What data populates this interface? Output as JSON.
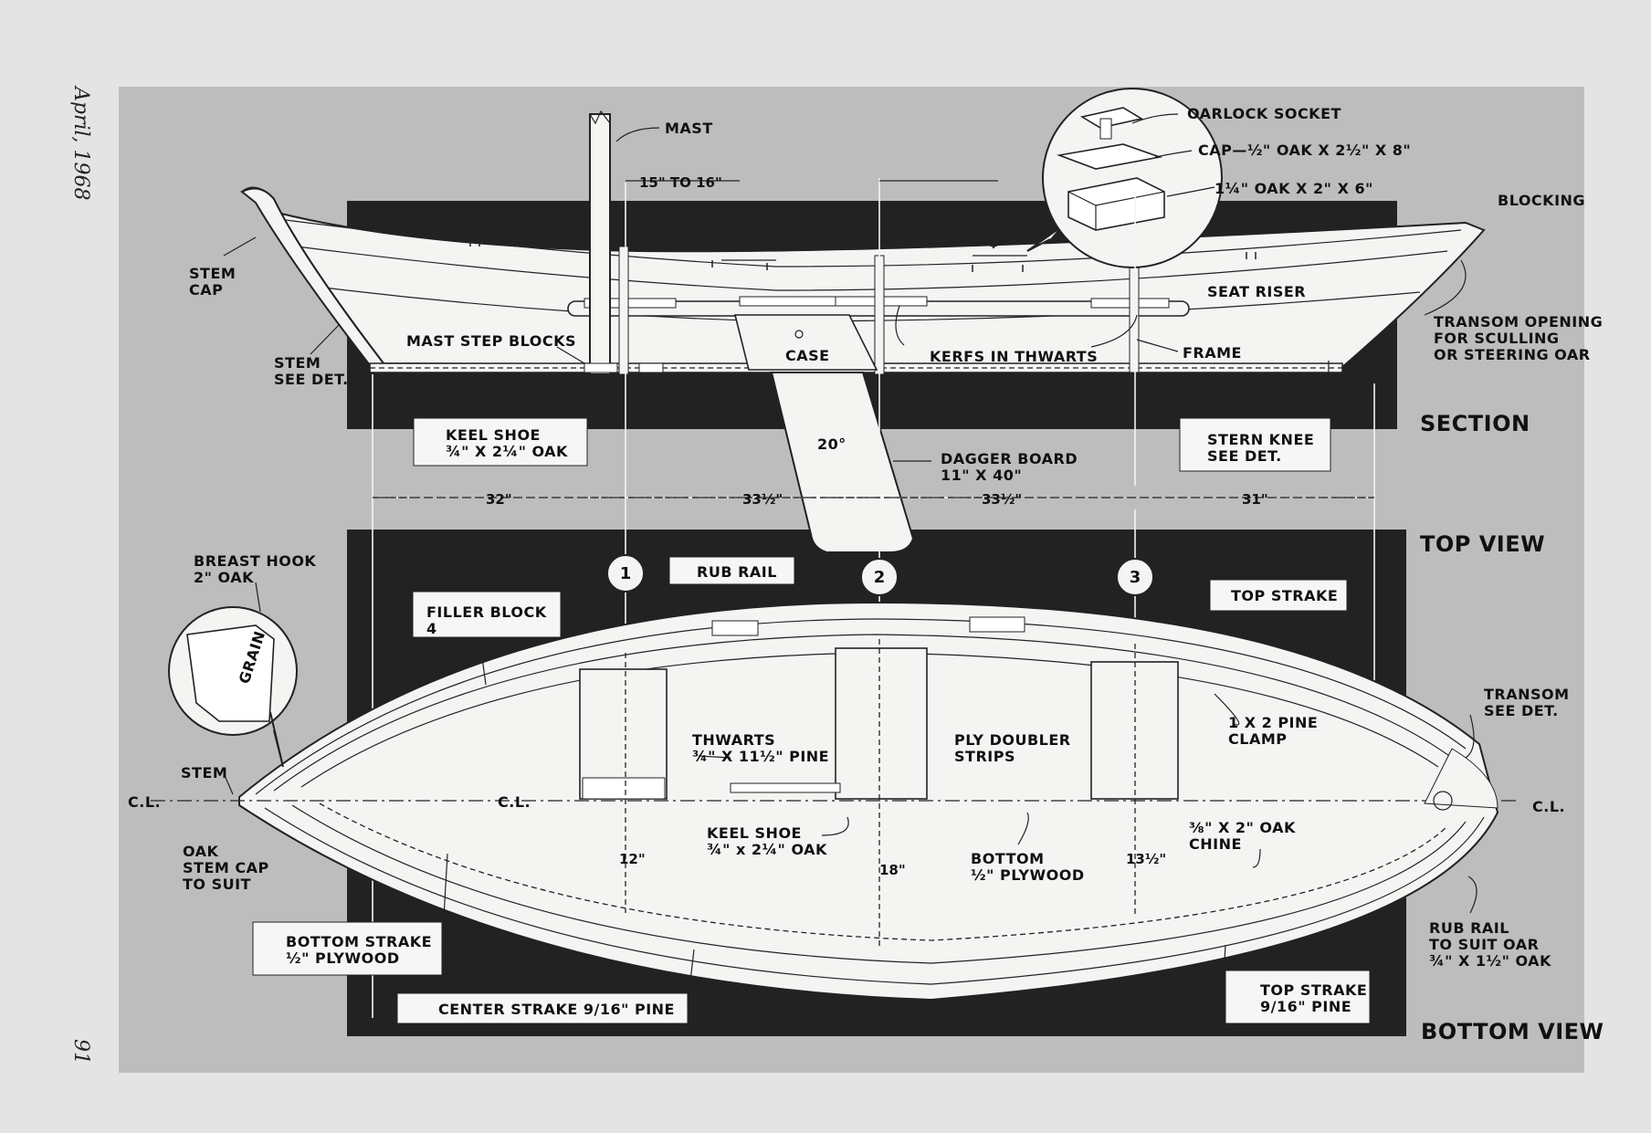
{
  "margin": {
    "date": "April, 1968",
    "page_number": "91"
  },
  "views": {
    "section": "SECTION",
    "top": "TOP VIEW",
    "bottom": "BOTTOM VIEW"
  },
  "section_labels": {
    "mast": "MAST",
    "oarlock_socket": "OARLOCK SOCKET",
    "cap": "CAP—½\" OAK X 2½\" X 8\"",
    "oak_block": "1¼\" OAK X 2\" X 6\"",
    "blocking": "BLOCKING",
    "stem_cap_1": "STEM",
    "stem_cap_2": "CAP",
    "stem_det_1": "STEM",
    "stem_det_2": "SEE DET.",
    "mast_step_blocks": "MAST STEP BLOCKS",
    "case": "CASE",
    "kerfs": "KERFS IN THWARTS",
    "seat_riser": "SEAT RISER",
    "frame": "FRAME",
    "transom_1": "TRANSOM OPENING",
    "transom_2": "FOR SCULLING",
    "transom_3": "OR STEERING OAR",
    "keel_shoe_1": "KEEL SHOE",
    "keel_shoe_2": "¾\" X 2¼\" OAK",
    "stern_knee_1": "STERN KNEE",
    "stern_knee_2": "SEE DET.",
    "angle": "20°",
    "dagger_1": "DAGGER BOARD",
    "dagger_2": "11\" X 40\""
  },
  "dimensions": {
    "mast_offset": "15\" TO 16\"",
    "d1": "32\"",
    "d2": "33½\"",
    "d3": "33½\"",
    "d4": "31\"",
    "w1": "12\"",
    "w2": "18\"",
    "w3": "13½\""
  },
  "stations": [
    "1",
    "2",
    "3"
  ],
  "plan_labels": {
    "breast_hook_1": "BREAST HOOK",
    "breast_hook_2": "2\" OAK",
    "grain": "GRAIN",
    "filler_block_1": "FILLER BLOCK",
    "filler_block_2": "4",
    "rub_rail": "RUB RAIL",
    "top_strake": "TOP STRAKE",
    "transom_det_1": "TRANSOM",
    "transom_det_2": "SEE DET.",
    "thwarts_1": "THWARTS",
    "thwarts_2": "¾\" X 11½\" PINE",
    "ply_doubler_1": "PLY DOUBLER",
    "ply_doubler_2": "STRIPS",
    "clamp_1": "1 X 2 PINE",
    "clamp_2": "CLAMP",
    "stem": "STEM",
    "cl_left": "C.L.",
    "cl_mid": "C.L.",
    "cl_right": "C.L.",
    "oak_stem_cap_1": "OAK",
    "oak_stem_cap_2": "STEM CAP",
    "oak_stem_cap_3": "TO SUIT",
    "keel_shoe_b_1": "KEEL SHOE",
    "keel_shoe_b_2": "¾\" x 2¼\" OAK",
    "bottom_1": "BOTTOM",
    "bottom_2": "½\" PLYWOOD",
    "chine_1": "⅜\" X 2\" OAK",
    "chine_2": "CHINE",
    "rub_rail_oar_1": "RUB RAIL",
    "rub_rail_oar_2": "TO SUIT OAR",
    "rub_rail_oar_3": "¾\" X 1½\" OAK",
    "bottom_strake_1": "BOTTOM STRAKE",
    "bottom_strake_2": "½\" PLYWOOD",
    "center_strake": "CENTER STRAKE 9/16\" PINE",
    "top_strake_b_1": "TOP STRAKE",
    "top_strake_b_2": "9/16\" PINE"
  }
}
